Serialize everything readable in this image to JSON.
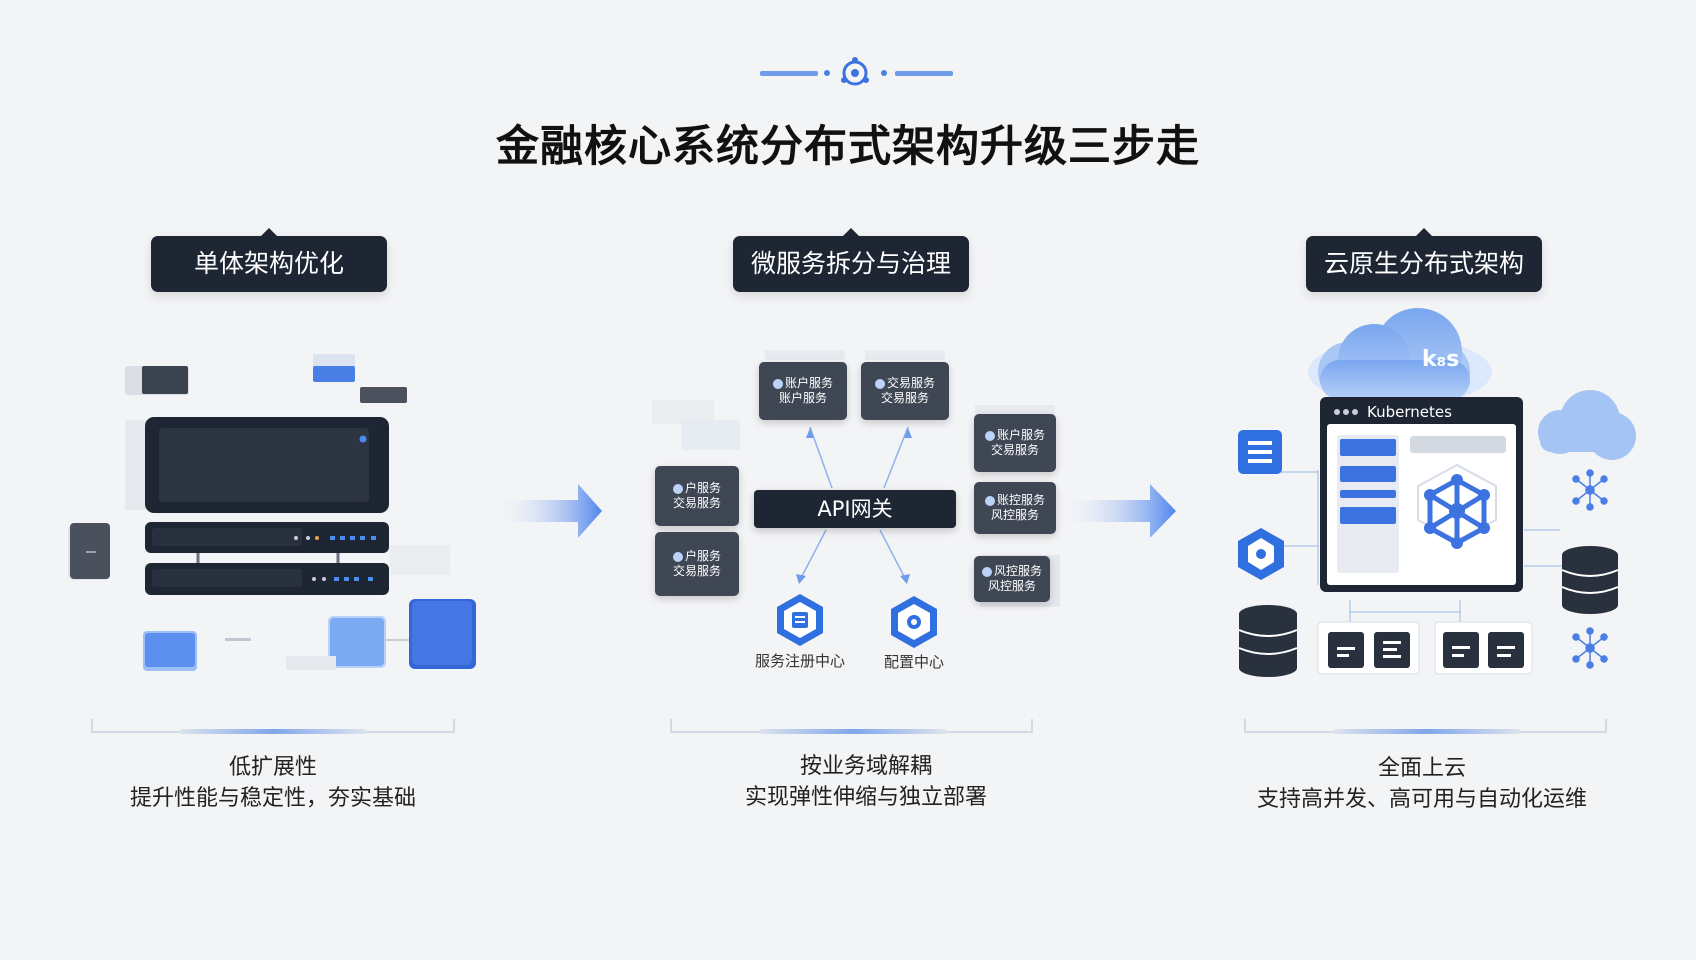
{
  "title": "金融核心系统分布式架构升级三步走",
  "steps": [
    {
      "label": "单体架构优化",
      "caption_line1": "低扩展性",
      "caption_line2": "提升性能与稳定性，夯实基础"
    },
    {
      "label": "微服务拆分与治理",
      "caption_line1": "按业务域解耦",
      "caption_line2": "实现弹性伸缩与独立部署"
    },
    {
      "label": "云原生分布式架构",
      "caption_line1": "全面上云",
      "caption_line2": "支持高并发、高可用与自动化运维"
    }
  ],
  "microservices": {
    "gateway": "API网关",
    "registry": "服务注册中心",
    "config": "配置中心",
    "services": [
      {
        "line1": "账户服务",
        "line2": "账户服务"
      },
      {
        "line1": "交易服务",
        "line2": "交易服务"
      },
      {
        "line1": "账户服务",
        "line2": "交易服务"
      },
      {
        "line1": "户服务",
        "line2": "交易服务"
      },
      {
        "line1": "户服务",
        "line2": "交易服务"
      },
      {
        "line1": "账控服务",
        "line2": "风控服务"
      },
      {
        "line1": "风控服务",
        "line2": "风控服务"
      }
    ]
  },
  "cloud": {
    "brand": "k₈s",
    "window_title": "Kubernetes"
  },
  "colors": {
    "dark": "#1e2533",
    "accent": "#4a7fe6",
    "light_accent": "#9cc0f6"
  }
}
